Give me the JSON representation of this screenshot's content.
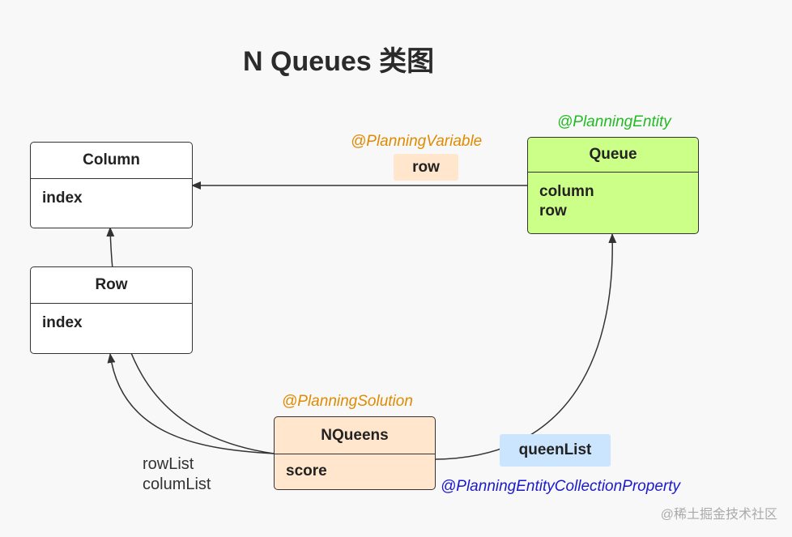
{
  "title": "N Queues 类图",
  "classes": {
    "column": {
      "name": "Column",
      "attributes": [
        "index"
      ]
    },
    "row": {
      "name": "Row",
      "attributes": [
        "index"
      ]
    },
    "queue": {
      "name": "Queue",
      "attributes": [
        "column",
        "row"
      ],
      "annotation": "@PlanningEntity"
    },
    "nqueens": {
      "name": "NQueens",
      "attributes": [
        "score"
      ],
      "annotation": "@PlanningSolution"
    }
  },
  "relations": {
    "queue_to_column": {
      "annotation": "@PlanningVariable",
      "label": "row"
    },
    "nqueens_to_queue": {
      "label": "queenList",
      "annotation": "@PlanningEntityCollectionProperty"
    },
    "nqueens_to_row_column": {
      "labels": [
        "rowList",
        "columList"
      ]
    }
  },
  "colors": {
    "entity_fill": "#ccff88",
    "solution_fill": "#ffe6cc",
    "variable_tag_fill": "#ffe6cc",
    "collection_tag_fill": "#cce5ff",
    "entity_annotation": "#22bb22",
    "orange_annotation": "#e08a00",
    "collection_annotation": "#1a1acc"
  },
  "watermark": "@稀土掘金技术社区"
}
